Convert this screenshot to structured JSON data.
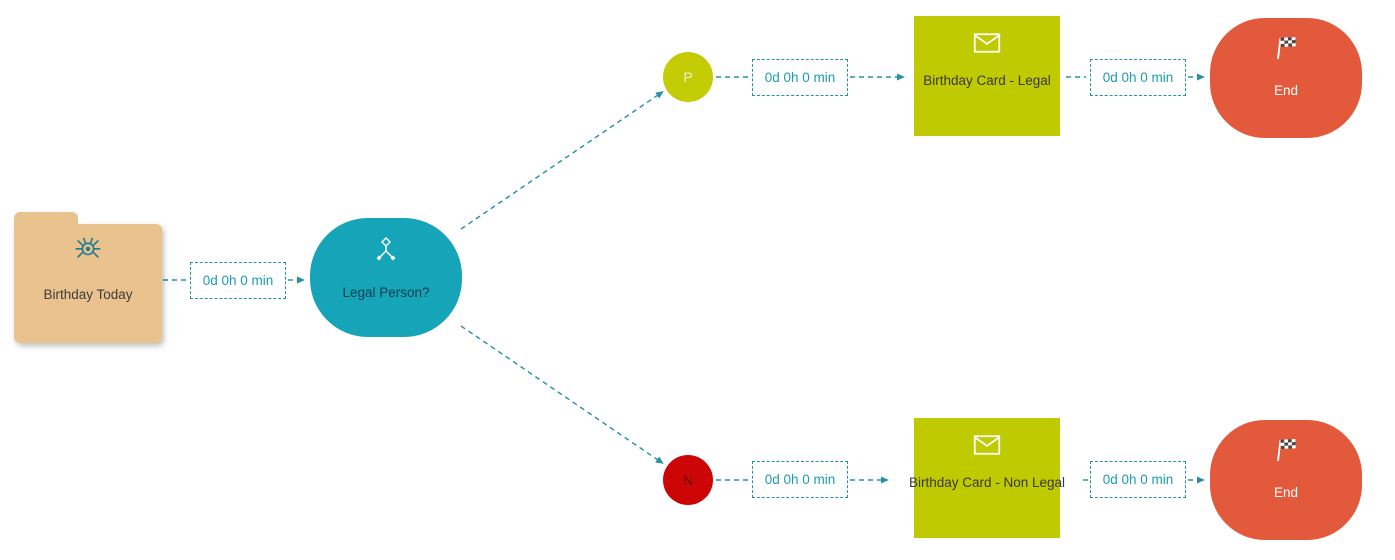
{
  "diagram": {
    "start": {
      "label": "Birthday Today"
    },
    "decision": {
      "label": "Legal Person?"
    },
    "branch_positive": {
      "label": "P"
    },
    "branch_negative": {
      "label": "N"
    },
    "task_legal": {
      "label": "Birthday Card - Legal"
    },
    "task_non_legal": {
      "label": "Birthday Card - Non Legal"
    },
    "end_top": {
      "label": "End"
    },
    "end_bottom": {
      "label": "End"
    },
    "durations": [
      {
        "text": "0d 0h 0 min"
      },
      {
        "text": "0d 0h 0 min"
      },
      {
        "text": "0d 0h 0 min"
      },
      {
        "text": "0d 0h 0 min"
      },
      {
        "text": "0d 0h 0 min"
      }
    ],
    "colors": {
      "start_fill": "#eac28e",
      "start_text": "#3c3c3c",
      "start_icon": "#2a7d8e",
      "decision_fill": "#16a4b8",
      "decision_text": "#0a414e",
      "positive_fill": "#c3cc05",
      "positive_text": "#f0f2da",
      "negative_fill": "#cc0505",
      "negative_text": "#6e0b0b",
      "task_fill": "#c0ca00",
      "task_text": "#383838",
      "end_fill": "#e2593b",
      "end_text": "#ffffff",
      "connector": "#2791a5",
      "duration_text": "#1b9cb1"
    }
  }
}
